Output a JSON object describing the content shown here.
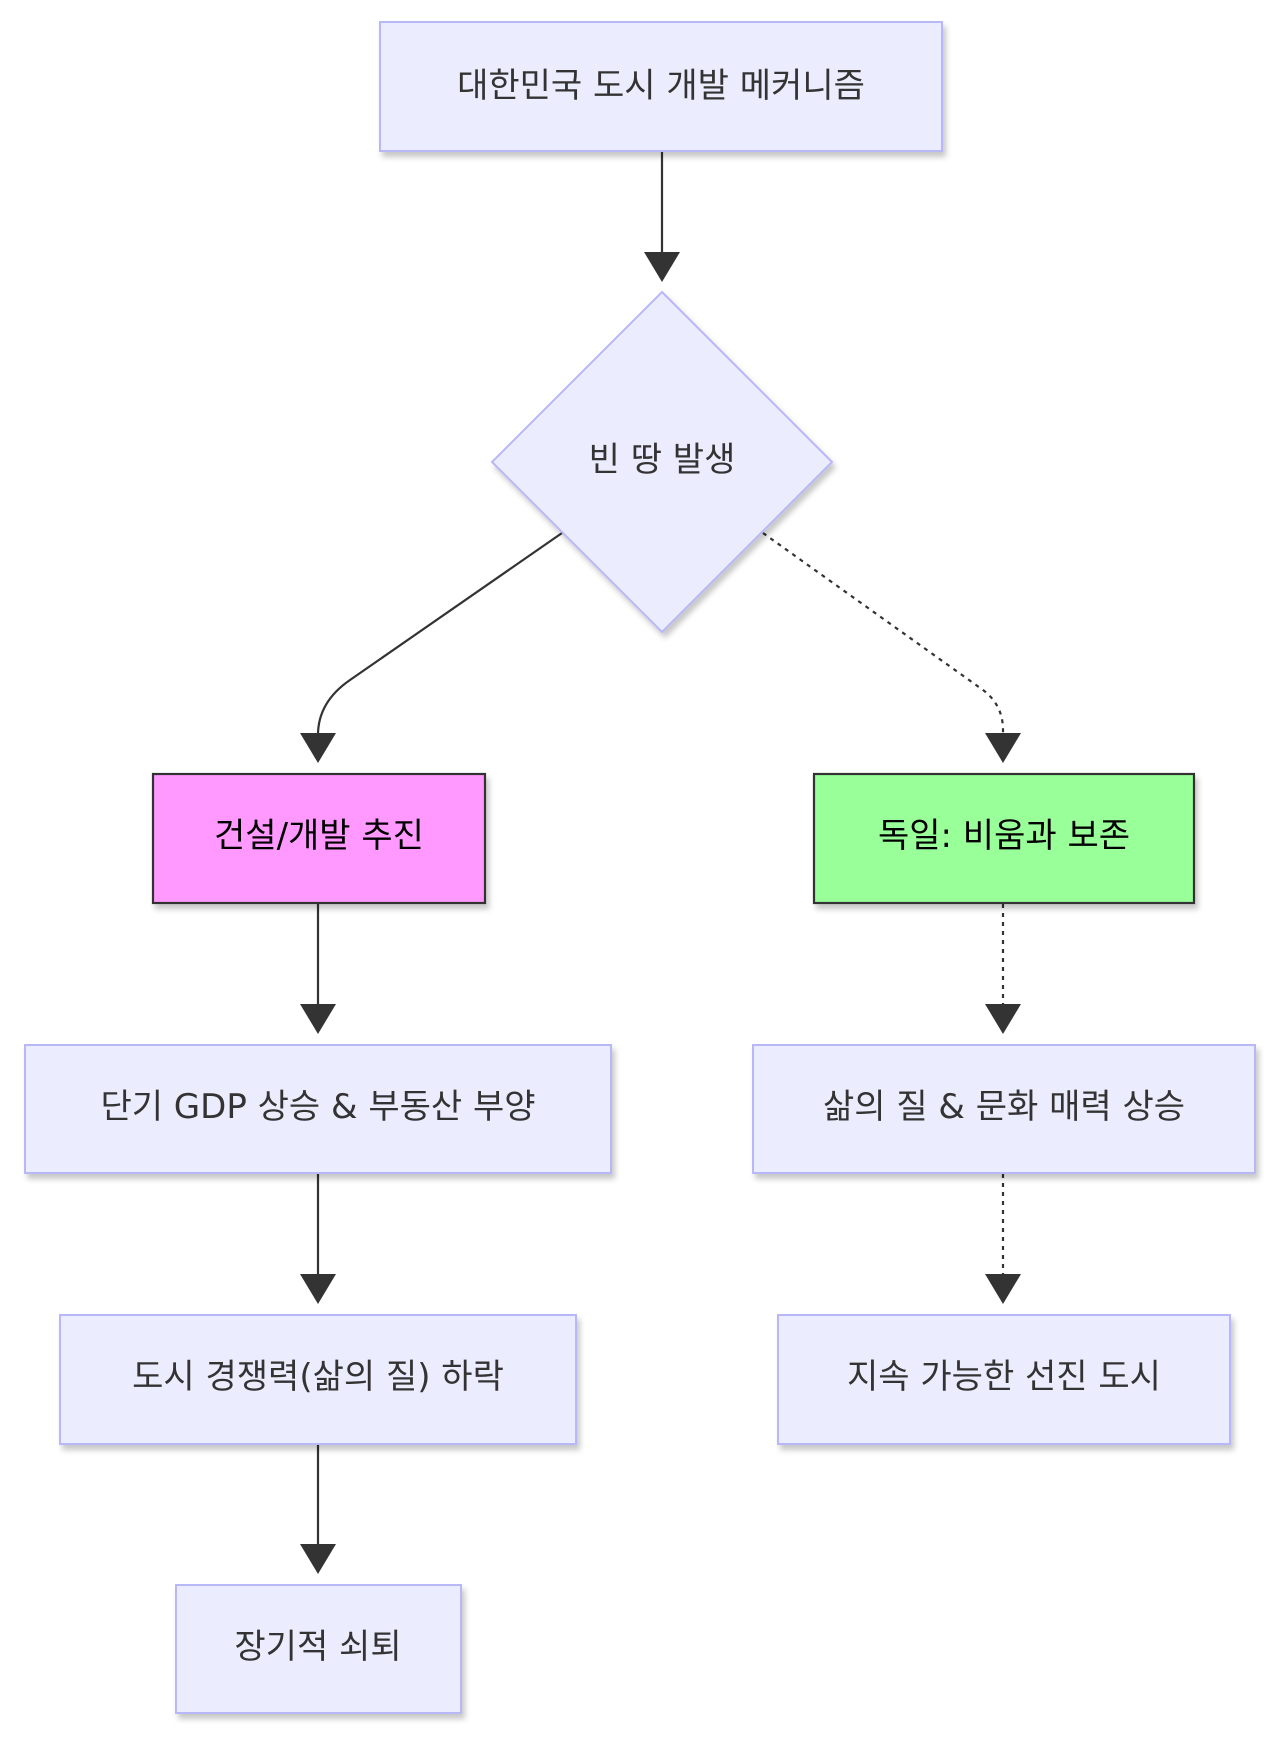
{
  "diagram": {
    "type": "flowchart",
    "direction": "top-down",
    "colors": {
      "default_fill": "#ECECFF",
      "default_stroke": "#B8B8F8",
      "text": "#333333",
      "edge": "#333333",
      "construction_fill": "#FF99FF",
      "germany_fill": "#99FF99",
      "highlight_stroke": "#333333"
    },
    "nodes": {
      "start": {
        "label": "대한민국 도시 개발 메커니즘",
        "shape": "rect"
      },
      "decision": {
        "label": "빈 땅 발생",
        "shape": "diamond"
      },
      "construction": {
        "label": "건설/개발 추진",
        "shape": "rect",
        "style": "construction"
      },
      "germany": {
        "label": "독일: 비움과 보존",
        "shape": "rect",
        "style": "germany"
      },
      "gdp": {
        "label": "단기 GDP 상승 & 부동산 부양",
        "shape": "rect"
      },
      "quality": {
        "label": "삶의 질 & 문화 매력 상승",
        "shape": "rect"
      },
      "decline": {
        "label": "도시 경쟁력(삶의 질) 하락",
        "shape": "rect"
      },
      "sustainable": {
        "label": "지속 가능한 선진 도시",
        "shape": "rect"
      },
      "longterm": {
        "label": "장기적 쇠퇴",
        "shape": "rect"
      }
    },
    "edges": [
      {
        "from": "start",
        "to": "decision",
        "style": "solid"
      },
      {
        "from": "decision",
        "to": "construction",
        "style": "solid"
      },
      {
        "from": "decision",
        "to": "germany",
        "style": "dotted"
      },
      {
        "from": "construction",
        "to": "gdp",
        "style": "solid"
      },
      {
        "from": "gdp",
        "to": "decline",
        "style": "solid"
      },
      {
        "from": "decline",
        "to": "longterm",
        "style": "solid"
      },
      {
        "from": "germany",
        "to": "quality",
        "style": "dotted"
      },
      {
        "from": "quality",
        "to": "sustainable",
        "style": "dotted"
      }
    ]
  }
}
